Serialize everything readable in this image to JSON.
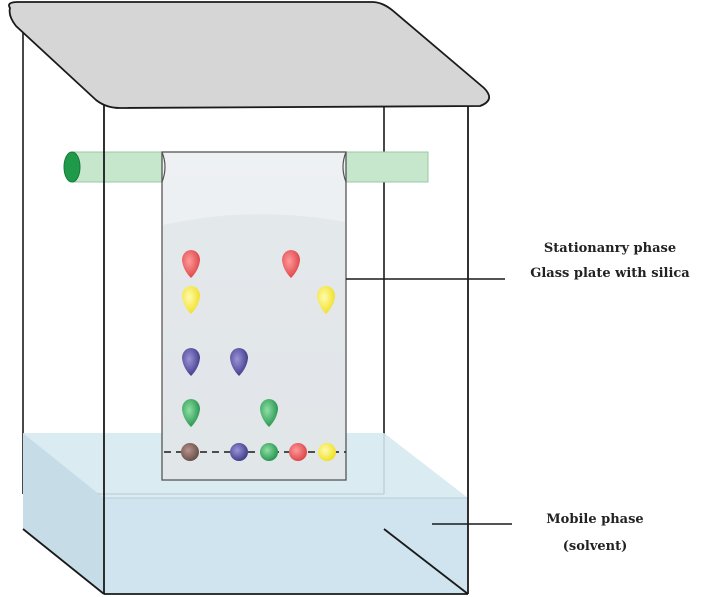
{
  "labels": {
    "stationary_phase": "Stationanry phase",
    "glass_plate": "Glass plate with silica",
    "mobile_phase": "Mobile phase",
    "solvent": "(solvent)"
  },
  "colors": {
    "lid": "#d6d6d6",
    "rod": "#c6e7cc",
    "rod_end": "#1f9a4a",
    "solvent": "#cfe4ee",
    "plate": "#eef1f3",
    "plate_wet": "#d7dde1",
    "spot_red": "#e0474a",
    "spot_yellow": "#f2e41c",
    "spot_blue": "#3f3794",
    "spot_green": "#1f9a4f",
    "spot_brown": "#6b5048"
  },
  "spots": [
    {
      "name": "red-spot-left",
      "color": "spot_red"
    },
    {
      "name": "red-spot-right",
      "color": "spot_red"
    },
    {
      "name": "yellow-spot-left",
      "color": "spot_yellow"
    },
    {
      "name": "yellow-spot-right",
      "color": "spot_yellow"
    },
    {
      "name": "blue-spot-left",
      "color": "spot_blue"
    },
    {
      "name": "blue-spot-middle",
      "color": "spot_blue"
    },
    {
      "name": "green-spot-left",
      "color": "spot_green"
    },
    {
      "name": "green-spot-right",
      "color": "spot_green"
    },
    {
      "name": "baseline-spot-brown",
      "color": "spot_brown"
    },
    {
      "name": "baseline-spot-blue",
      "color": "spot_blue"
    },
    {
      "name": "baseline-spot-green",
      "color": "spot_green"
    },
    {
      "name": "baseline-spot-red",
      "color": "spot_red"
    },
    {
      "name": "baseline-spot-yellow",
      "color": "spot_yellow"
    }
  ]
}
